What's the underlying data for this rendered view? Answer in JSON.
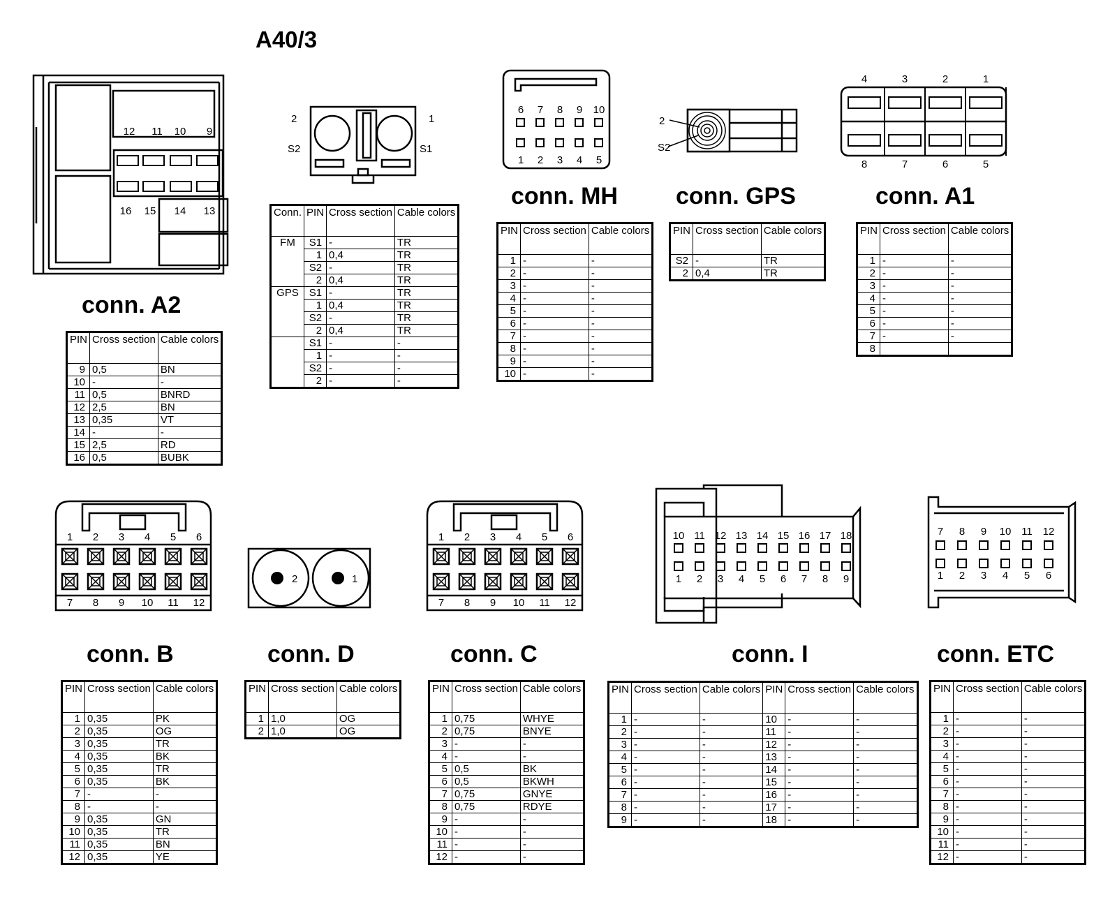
{
  "title": "A40/3",
  "headers": {
    "pin": "PIN",
    "conn": "Conn.",
    "cross": "Cross section",
    "cable": "Cable colors"
  },
  "drawings": {
    "a2": {
      "top_pins": [
        "12",
        "11",
        "10",
        "9"
      ],
      "mid_pins": [
        "16",
        "15",
        "14",
        "13"
      ]
    },
    "antenna": {
      "left_top": "2",
      "left_bot": "S2",
      "right_top": "1",
      "right_bot": "S1"
    },
    "mh": {
      "top_pins": [
        "6",
        "7",
        "8",
        "9",
        "10"
      ],
      "bottom_pins": [
        "1",
        "2",
        "3",
        "4",
        "5"
      ]
    },
    "gps": {
      "label_2": "2",
      "label_s2": "S2"
    },
    "a1": {
      "top_pins": [
        "4",
        "3",
        "2",
        "1"
      ],
      "bottom_pins": [
        "8",
        "7",
        "6",
        "5"
      ]
    },
    "b": {
      "top_pins": [
        "1",
        "2",
        "3",
        "4",
        "5",
        "6"
      ],
      "bottom_pins": [
        "7",
        "8",
        "9",
        "10",
        "11",
        "12"
      ]
    },
    "d": {
      "pins": [
        "2",
        "1"
      ]
    },
    "c": {
      "top_pins": [
        "1",
        "2",
        "3",
        "4",
        "5",
        "6"
      ],
      "bottom_pins": [
        "7",
        "8",
        "9",
        "10",
        "11",
        "12"
      ]
    },
    "i": {
      "top_pins": [
        "10",
        "11",
        "12",
        "13",
        "14",
        "15",
        "16",
        "17",
        "18"
      ],
      "bottom_pins": [
        "1",
        "2",
        "3",
        "4",
        "5",
        "6",
        "7",
        "8",
        "9"
      ]
    },
    "etc": {
      "top_pins": [
        "7",
        "8",
        "9",
        "10",
        "11",
        "12"
      ],
      "bottom_pins": [
        "1",
        "2",
        "3",
        "4",
        "5",
        "6"
      ]
    }
  },
  "tables": {
    "a2": {
      "title": "conn. A2",
      "rows": [
        [
          "9",
          "0,5",
          "BN"
        ],
        [
          "10",
          "-",
          "-"
        ],
        [
          "11",
          "0,5",
          "BNRD"
        ],
        [
          "12",
          "2,5",
          "BN"
        ],
        [
          "13",
          "0,35",
          "VT"
        ],
        [
          "14",
          "-",
          "-"
        ],
        [
          "15",
          "2,5",
          "RD"
        ],
        [
          "16",
          "0,5",
          "BUBK"
        ]
      ]
    },
    "antenna": {
      "groups": [
        {
          "conn": "FM",
          "rows": [
            [
              "S1",
              "-",
              "TR"
            ],
            [
              "1",
              "0,4",
              "TR"
            ],
            [
              "S2",
              "-",
              "TR"
            ],
            [
              "2",
              "0,4",
              "TR"
            ]
          ]
        },
        {
          "conn": "GPS",
          "rows": [
            [
              "S1",
              "-",
              "TR"
            ],
            [
              "1",
              "0,4",
              "TR"
            ],
            [
              "S2",
              "-",
              "TR"
            ],
            [
              "2",
              "0,4",
              "TR"
            ]
          ]
        },
        {
          "conn": "",
          "rows": [
            [
              "S1",
              "-",
              "-"
            ],
            [
              "1",
              "-",
              "-"
            ],
            [
              "S2",
              "-",
              "-"
            ],
            [
              "2",
              "-",
              "-"
            ]
          ]
        }
      ]
    },
    "mh": {
      "title": "conn. MH",
      "rows": [
        [
          "1",
          "-",
          "-"
        ],
        [
          "2",
          "-",
          "-"
        ],
        [
          "3",
          "-",
          "-"
        ],
        [
          "4",
          "-",
          "-"
        ],
        [
          "5",
          "-",
          "-"
        ],
        [
          "6",
          "-",
          "-"
        ],
        [
          "7",
          "-",
          "-"
        ],
        [
          "8",
          "-",
          "-"
        ],
        [
          "9",
          "-",
          "-"
        ],
        [
          "10",
          "-",
          "-"
        ]
      ]
    },
    "gps": {
      "title": "conn. GPS",
      "rows": [
        [
          "S2",
          "-",
          "TR"
        ],
        [
          "2",
          "0,4",
          "TR"
        ]
      ]
    },
    "a1": {
      "title": "conn. A1",
      "rows": [
        [
          "1",
          "-",
          "-"
        ],
        [
          "2",
          "-",
          "-"
        ],
        [
          "3",
          "-",
          "-"
        ],
        [
          "4",
          "-",
          "-"
        ],
        [
          "5",
          "-",
          "-"
        ],
        [
          "6",
          "-",
          "-"
        ],
        [
          "7",
          "-",
          "-"
        ],
        [
          "8",
          "",
          ""
        ]
      ]
    },
    "b": {
      "title": "conn. B",
      "rows": [
        [
          "1",
          "0,35",
          "PK"
        ],
        [
          "2",
          "0,35",
          "OG"
        ],
        [
          "3",
          "0,35",
          "TR"
        ],
        [
          "4",
          "0,35",
          "BK"
        ],
        [
          "5",
          "0,35",
          "TR"
        ],
        [
          "6",
          "0,35",
          "BK"
        ],
        [
          "7",
          "-",
          "-"
        ],
        [
          "8",
          "-",
          "-"
        ],
        [
          "9",
          "0,35",
          "GN"
        ],
        [
          "10",
          "0,35",
          "TR"
        ],
        [
          "11",
          "0,35",
          "BN"
        ],
        [
          "12",
          "0,35",
          "YE"
        ]
      ]
    },
    "d": {
      "title": "conn. D",
      "rows": [
        [
          "1",
          "1,0",
          "OG"
        ],
        [
          "2",
          "1,0",
          "OG"
        ]
      ]
    },
    "c": {
      "title": "conn. C",
      "rows": [
        [
          "1",
          "0,75",
          "WHYE"
        ],
        [
          "2",
          "0,75",
          "BNYE"
        ],
        [
          "3",
          "-",
          "-"
        ],
        [
          "4",
          "-",
          "-"
        ],
        [
          "5",
          "0,5",
          "BK"
        ],
        [
          "6",
          "0,5",
          "BKWH"
        ],
        [
          "7",
          "0,75",
          "GNYE"
        ],
        [
          "8",
          "0,75",
          "RDYE"
        ],
        [
          "9",
          "-",
          "-"
        ],
        [
          "10",
          "-",
          "-"
        ],
        [
          "11",
          "-",
          "-"
        ],
        [
          "12",
          "-",
          "-"
        ]
      ]
    },
    "i": {
      "title": "conn. I",
      "rows": [
        [
          "1",
          "-",
          "-",
          "10",
          "-",
          "-"
        ],
        [
          "2",
          "-",
          "-",
          "11",
          "-",
          "-"
        ],
        [
          "3",
          "-",
          "-",
          "12",
          "-",
          "-"
        ],
        [
          "4",
          "-",
          "-",
          "13",
          "-",
          "-"
        ],
        [
          "5",
          "-",
          "-",
          "14",
          "-",
          "-"
        ],
        [
          "6",
          "-",
          "-",
          "15",
          "-",
          "-"
        ],
        [
          "7",
          "-",
          "-",
          "16",
          "-",
          "-"
        ],
        [
          "8",
          "-",
          "-",
          "17",
          "-",
          "-"
        ],
        [
          "9",
          "-",
          "-",
          "18",
          "-",
          "-"
        ]
      ]
    },
    "etc": {
      "title": "conn. ETC",
      "rows": [
        [
          "1",
          "-",
          "-"
        ],
        [
          "2",
          "-",
          "-"
        ],
        [
          "3",
          "-",
          "-"
        ],
        [
          "4",
          "-",
          "-"
        ],
        [
          "5",
          "-",
          "-"
        ],
        [
          "6",
          "-",
          "-"
        ],
        [
          "7",
          "-",
          "-"
        ],
        [
          "8",
          "-",
          "-"
        ],
        [
          "9",
          "-",
          "-"
        ],
        [
          "10",
          "-",
          "-"
        ],
        [
          "11",
          "-",
          "-"
        ],
        [
          "12",
          "-",
          "-"
        ]
      ]
    }
  }
}
